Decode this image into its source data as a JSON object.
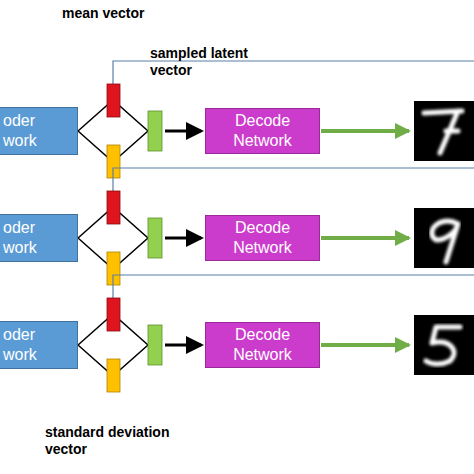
{
  "diagram": {
    "nodes": [
      {
        "text": [
          "oder work"
        ]
      },
      {
        "text": [
          "Decode Network"
        ]
      },
      {
        "text": [
          "oder work"
        ]
      },
      {
        "text": [
          "Decode Network"
        ]
      },
      {
        "text": [
          "oder work"
        ]
      },
      {
        "text": [
          "Decode Network"
        ]
      }
    ],
    "labels": [
      "mean vector",
      "sampled latent vector",
      "standard deviation vector"
    ]
  }
}
